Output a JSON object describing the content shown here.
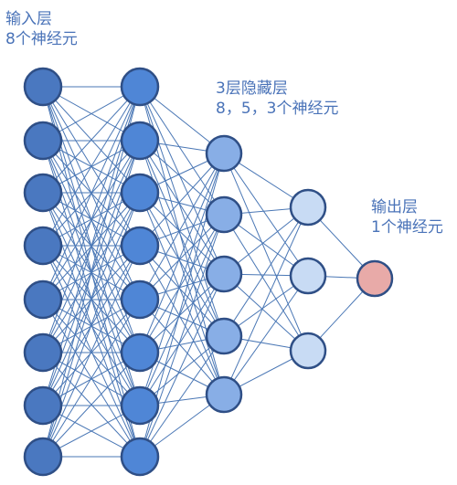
{
  "labels": {
    "input_line1": "输入层",
    "input_line2": "8个神经元",
    "hidden_line1": "3层隐藏层",
    "hidden_line2": "8，5，3个神经元",
    "output_line1": "输出层",
    "output_line2": "1个神经元"
  },
  "network": {
    "layer_sizes": [
      8,
      8,
      5,
      3,
      1
    ],
    "colors": {
      "edge": "#4a77b5",
      "node_stroke": "#2f4f86",
      "layer_fills": [
        "#4a78c0",
        "#4f86d6",
        "#88aee6",
        "#c8dbf4",
        "#e8aaa8"
      ],
      "label_text": "#4a73b8"
    }
  }
}
